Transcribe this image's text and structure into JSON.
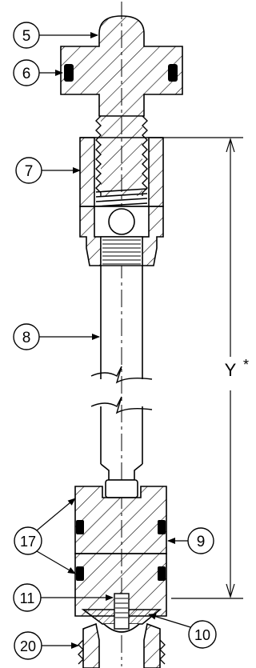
{
  "callouts": {
    "c5": "5",
    "c6": "6",
    "c7": "7",
    "c8": "8",
    "c9": "9",
    "c10": "10",
    "c11": "11",
    "c17": "17",
    "c20": "20"
  },
  "dimension": {
    "label": "Y",
    "mark": "*"
  },
  "colors": {
    "line": "#000000",
    "seal": "#000000",
    "background": "#ffffff"
  }
}
